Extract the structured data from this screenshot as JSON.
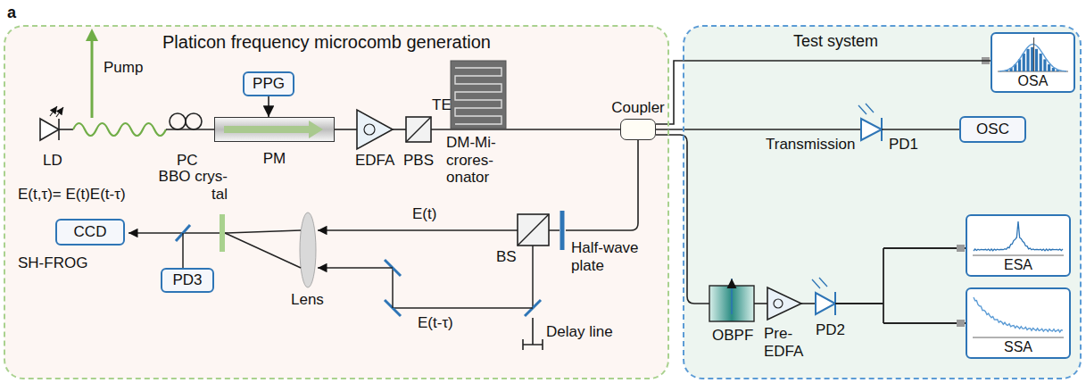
{
  "diagram": {
    "nodes": [
      {
        "text": [
          "Platicon frequency microcomb generation"
        ]
      },
      {
        "text": [
          "PPG"
        ],
        "in": 0
      },
      {
        "text": [
          "PM"
        ],
        "in": 0
      },
      {
        "text": [
          "Coupler"
        ],
        "in": 0
      },
      {
        "text": [
          "CCD"
        ],
        "in": 0
      },
      {
        "text": [
          "PD3"
        ],
        "in": 0
      },
      {
        "text": [
          "Test system"
        ]
      },
      {
        "text": [
          "OSA"
        ],
        "in": 6
      },
      {
        "text": [
          "OSC"
        ],
        "in": 6
      },
      {
        "text": [
          "ESA"
        ],
        "in": 6
      },
      {
        "text": [
          "SSA"
        ],
        "in": 6
      }
    ],
    "edges": [
      {
        "from": 1,
        "to": 2,
        "arrow": "to"
      },
      {
        "from": 3,
        "to": 7,
        "arrow": "none"
      }
    ],
    "labels": [
      "a",
      "Pump",
      "LD",
      "PC",
      "EDFA",
      "PBS",
      "TE",
      "DM-Mi- crores- onator",
      "BBO crys- tal",
      "E(t,τ)= E(t)E(t-τ)",
      "SH-FROG",
      "Lens",
      "E(t)",
      "BS",
      "Half-wave plate",
      "E(t-τ)",
      "Delay line",
      "Transmission",
      "PD1",
      "OBPF",
      "Pre- EDFA",
      "PD2"
    ]
  }
}
